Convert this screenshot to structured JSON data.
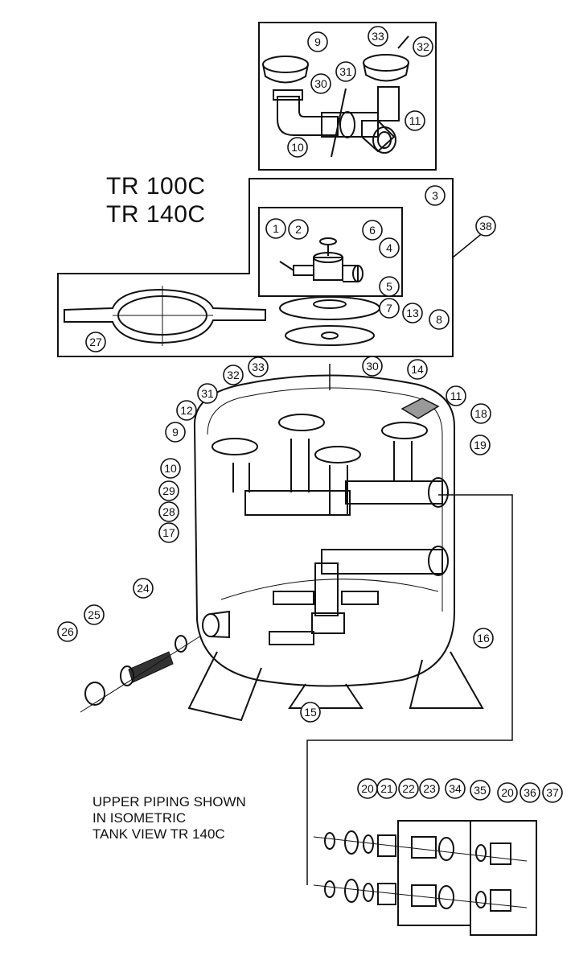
{
  "titles": [
    "TR 100C",
    "TR 140C"
  ],
  "note_lines": [
    "UPPER PIPING SHOWN",
    "IN ISOMETRIC",
    "TANK VIEW TR 140C"
  ],
  "callouts": [
    "1",
    "2",
    "3",
    "4",
    "5",
    "6",
    "7",
    "8",
    "9",
    "10",
    "11",
    "12",
    "13",
    "14",
    "15",
    "16",
    "17",
    "18",
    "19",
    "20",
    "21",
    "22",
    "23",
    "24",
    "25",
    "26",
    "27",
    "28",
    "29",
    "30",
    "31",
    "32",
    "33",
    "34",
    "35",
    "36",
    "37",
    "38"
  ],
  "colors": {
    "line": "#111111",
    "background": "#ffffff",
    "grip": "#333333"
  }
}
